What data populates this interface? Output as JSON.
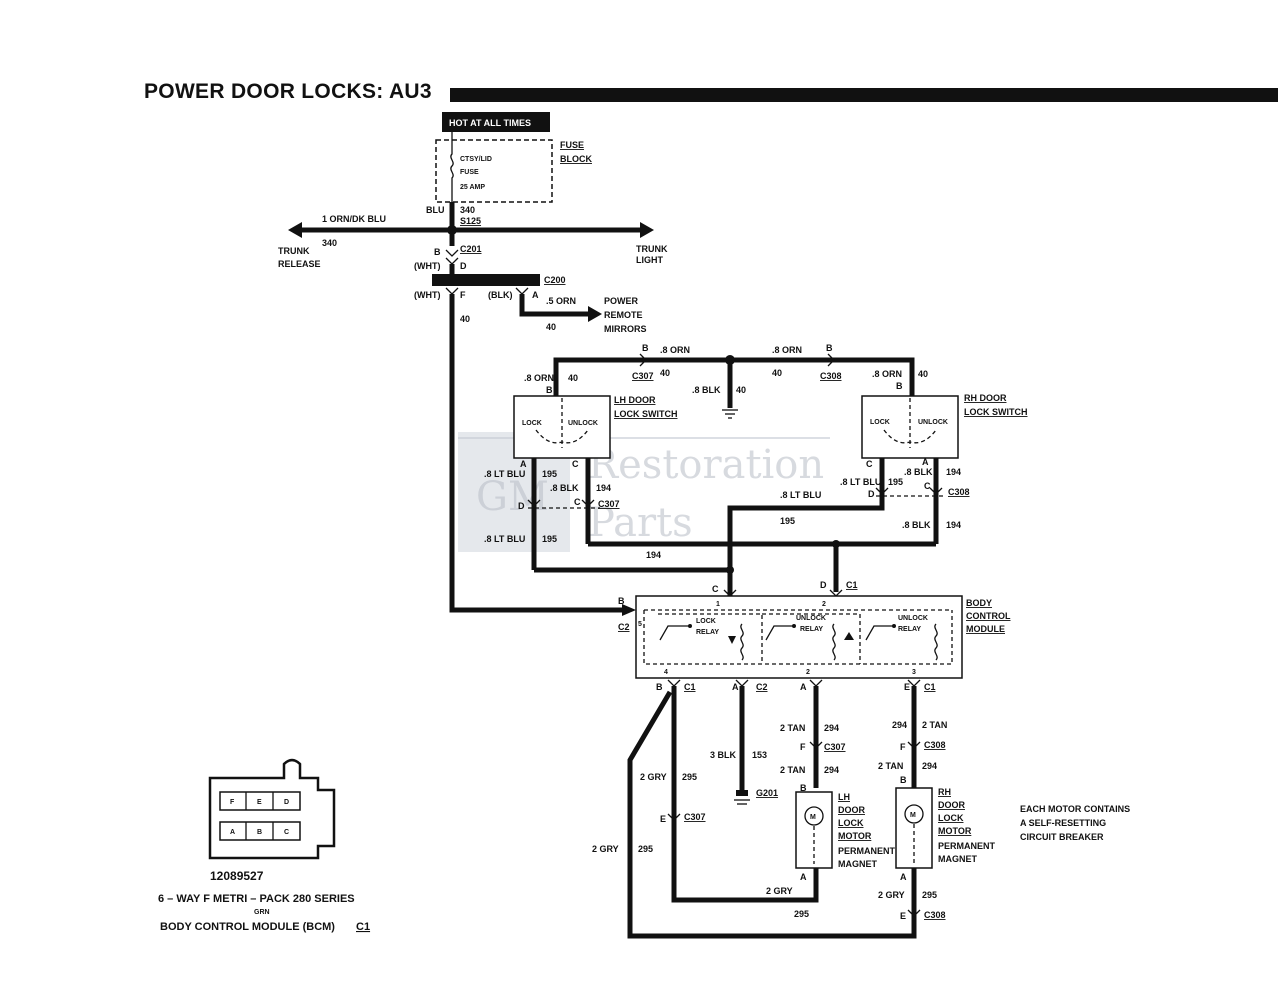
{
  "title": "POWER DOOR LOCKS: AU3",
  "hot_label": "HOT AT ALL TIMES",
  "fuse": {
    "name1": "CTSY/LID",
    "name2": "FUSE",
    "rating": "25 AMP",
    "block1": "FUSE",
    "block2": "BLOCK"
  },
  "splice": {
    "color": "BLU",
    "circuit": "340",
    "id": "S125"
  },
  "trunk_wire": {
    "color": "1 ORN/DK BLU",
    "circuit": "340"
  },
  "trunk_release": [
    "TRUNK",
    "RELEASE"
  ],
  "trunk_light": [
    "TRUNK",
    "LIGHT"
  ],
  "c201": {
    "id": "C201",
    "pin_b": "B",
    "pin_d": "D",
    "wht": "(WHT)"
  },
  "c200": {
    "id": "C200",
    "wht": "(WHT)",
    "pin_f": "F",
    "blk": "(BLK)",
    "pin_a": "A"
  },
  "mirror_wire": {
    "color": ".5 ORN",
    "circuit": "40"
  },
  "mirrors": [
    "POWER",
    "REMOTE",
    "MIRRORS"
  ],
  "main_circuit": "40",
  "top_wires": {
    "left_color": ".8 ORN",
    "left_circuit": "40",
    "right_color": ".8 ORN",
    "right_circuit": "40",
    "c307": "C307",
    "c308": "C308",
    "pin_b": "B"
  },
  "ground_wire": {
    "color": ".8 BLK",
    "circuit": "40"
  },
  "lh_switch": {
    "color": ".8 ORN",
    "circuit": "40",
    "pin_b": "B",
    "title1": "LH DOOR",
    "title2": "LOCK SWITCH",
    "lock": "LOCK",
    "unlock": "UNLOCK",
    "pin_a": "A",
    "pin_c": "C"
  },
  "rh_switch": {
    "color": ".8 ORN",
    "circuit": "40",
    "pin_b": "B",
    "title1": "RH DOOR",
    "title2": "LOCK SWITCH",
    "lock": "LOCK",
    "unlock": "UNLOCK",
    "pin_a": "A",
    "pin_c": "C"
  },
  "lh_lower": {
    "blu_color": ".8 LT BLU",
    "blu_circuit": "195",
    "blk_color": ".8 BLK",
    "blk_circuit": "194",
    "pin_c": "C",
    "pin_d": "D",
    "c307": "C307",
    "blu2_color": ".8 LT BLU",
    "blu2_circuit": "195"
  },
  "rh_lower": {
    "blk_color": ".8 BLK",
    "blk_circuit": "194",
    "blu_color": ".8 LT BLU",
    "blu_circuit": "195",
    "pin_d": "D",
    "pin_c": "C",
    "c308": "C308",
    "blk2_color": ".8 BLK",
    "blk2_circuit": "194"
  },
  "mid_wires": {
    "blu_circuit": "195",
    "blk_circuit": "194",
    "blu_color": ".8 LT BLU",
    "blk_color": ".8 BLK"
  },
  "bcm": {
    "title1": "BODY",
    "title2": "CONTROL",
    "title3": "MODULE",
    "pin_c": "C",
    "pin_d": "D",
    "c1": "C1",
    "pin_b": "B",
    "c2": "C2",
    "lock_relay1": "LOCK",
    "lock_relay2": "RELAY",
    "unlock1_1": "UNLOCK",
    "unlock1_2": "RELAY",
    "unlock2_1": "UNLOCK",
    "unlock2_2": "RELAY",
    "n1": "1",
    "n2": "2",
    "n5": "5",
    "n4": "4",
    "n2b": "2",
    "n3": "3"
  },
  "bcm_out": {
    "b": "B",
    "c1a": "C1",
    "a": "A",
    "c2": "C2",
    "a2": "A",
    "e": "E",
    "c1b": "C1"
  },
  "ground_g201": {
    "color": "3 BLK",
    "circuit": "153",
    "id": "G201"
  },
  "lh_motor_wire": {
    "color": "2 TAN",
    "circuit": "294",
    "pin_f": "F",
    "c307": "C307",
    "color2": "2 TAN",
    "circuit2": "294",
    "pin_b": "B"
  },
  "rh_motor_wire": {
    "circuit": "294",
    "color": "2 TAN",
    "pin_f": "F",
    "c308": "C308",
    "color2": "2 TAN",
    "circuit2": "294",
    "pin_b": "B"
  },
  "lh_motor": {
    "m": "M",
    "l1": "LH",
    "l2": "DOOR",
    "l3": "LOCK",
    "l4": "MOTOR",
    "l5": "PERMANENT",
    "l6": "MAGNET",
    "pin_a": "A"
  },
  "rh_motor": {
    "m": "M",
    "l1": "RH",
    "l2": "DOOR",
    "l3": "LOCK",
    "l4": "MOTOR",
    "l5": "PERMANENT",
    "l6": "MAGNET",
    "pin_a": "A"
  },
  "gry_wires": {
    "c1": "2 GRY",
    "c1_circ": "295",
    "e": "E",
    "c307": "C307",
    "outer": "2 GRY",
    "outer_circ": "295",
    "bottom": "2 GRY",
    "bottom_circ": "295",
    "rh": "2 GRY",
    "rh_circ": "295",
    "rh_e": "E",
    "rh_c308": "C308"
  },
  "note": [
    "EACH MOTOR CONTAINS",
    "A SELF-RESETTING",
    "CIRCUIT BREAKER"
  ],
  "connector": {
    "top_pins": [
      "F",
      "E",
      "D"
    ],
    "bottom_pins": [
      "A",
      "B",
      "C"
    ],
    "part_number": "12089527",
    "desc": "6 – WAY F METRI – PACK 280 SERIES",
    "color": "GRN",
    "module": "BODY CONTROL MODULE (BCM)",
    "module_conn": "C1"
  },
  "watermark": {
    "logo": "GM",
    "line1": "Restoration",
    "line2": "Parts"
  }
}
